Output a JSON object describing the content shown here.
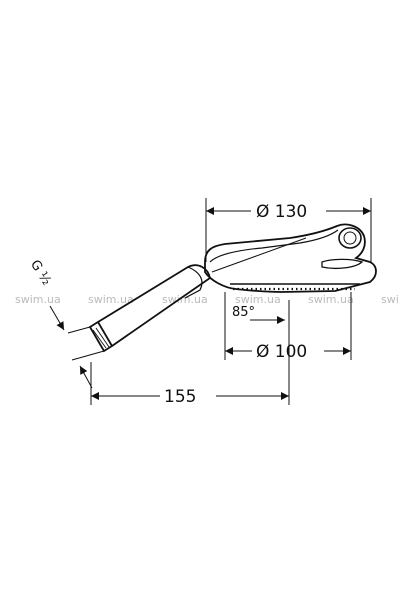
{
  "diagram": {
    "dimensions": {
      "head_diameter": "Ø 130",
      "spray_diameter": "Ø 100",
      "length": "155",
      "thread": "G ½",
      "angle": "85°"
    },
    "watermark": {
      "texts": [
        "swim.ua",
        "swim.ua",
        "swim.ua",
        "swim.ua",
        "swim.ua",
        "swi"
      ]
    },
    "colors": {
      "line": "#111111",
      "watermark": "#bbbbbb",
      "background": "#ffffff"
    }
  }
}
